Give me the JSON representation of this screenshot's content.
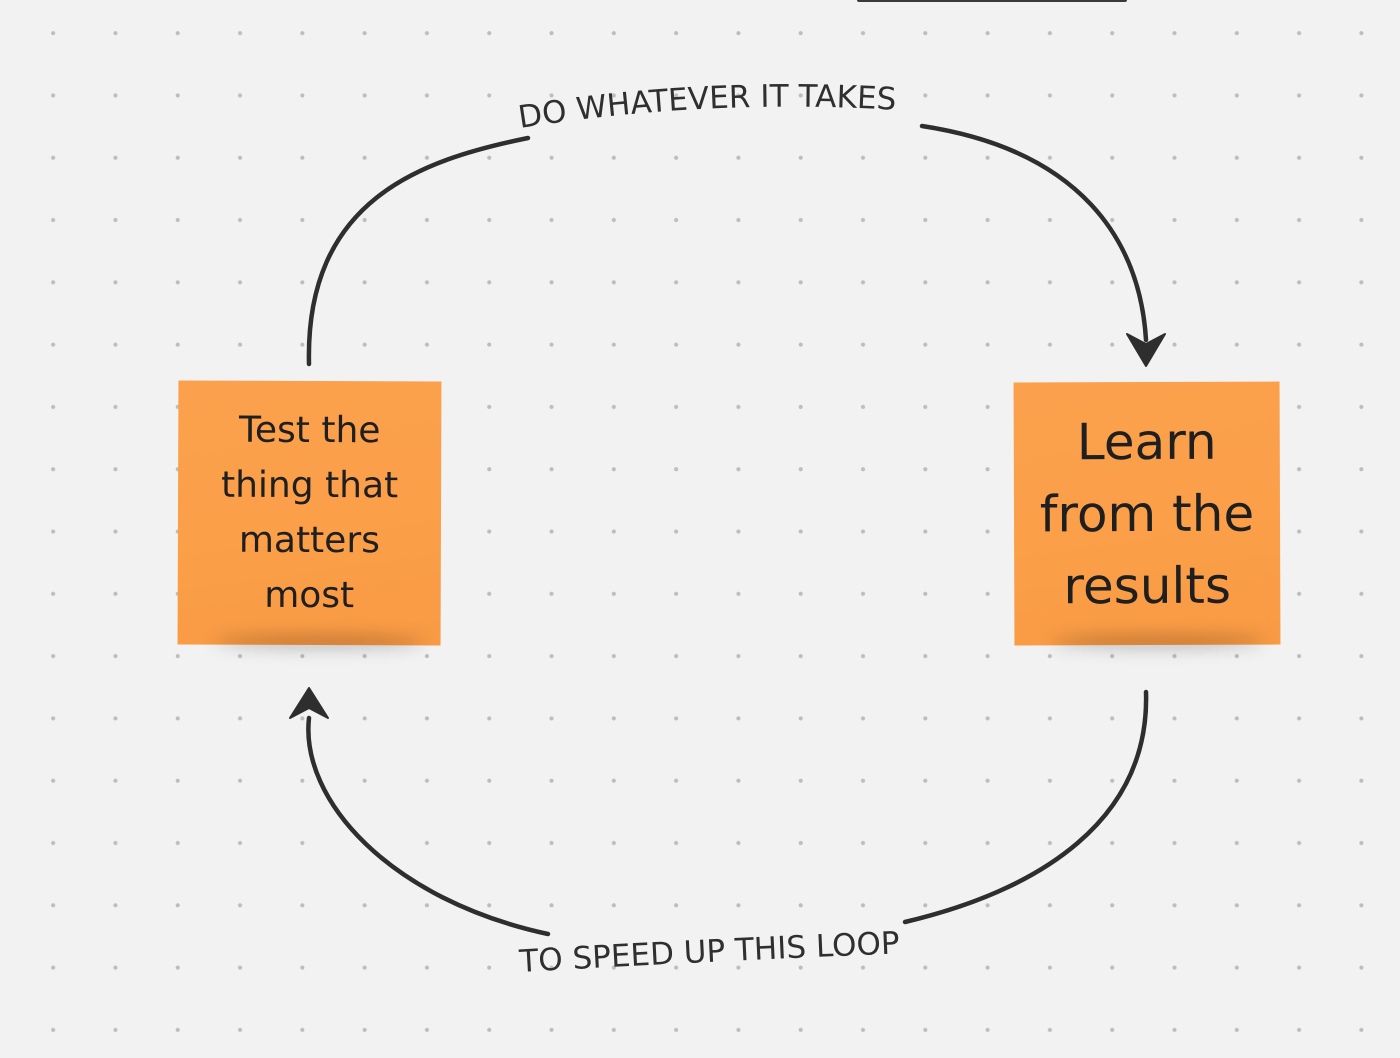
{
  "board": {
    "background": "#f2f2f2",
    "dot_color": "#bdbdbd"
  },
  "stickies": [
    {
      "text": "Test the thing that matters most",
      "color": "#fb9f49"
    },
    {
      "text": "Learn from the results",
      "color": "#fb9f49"
    }
  ],
  "connectors": {
    "top_label": "DO WHATEVER IT TAKES",
    "bottom_label": "TO SPEED UP THIS LOOP",
    "color": "#2e2e2e"
  }
}
